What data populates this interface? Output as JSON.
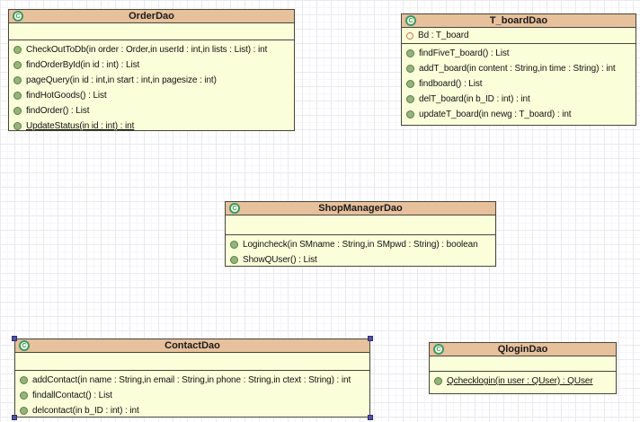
{
  "icons": {
    "class_glyph": "C"
  },
  "colors": {
    "header_fill": "#e7c09c",
    "body_fill": "#fbffd9",
    "box_border": "#46463c",
    "method_icon": "#95b578",
    "attr_icon_ring": "#cd7b3e",
    "class_icon_ring": "#3c9a62",
    "selection_handle": "#5152a2",
    "grid_line": "#e9e9ef"
  },
  "classes": [
    {
      "name": "OrderDao",
      "attributes": [],
      "methods": [
        {
          "text": "CheckOutToDb(in order : Order,in userId : int,in lists : List) : int"
        },
        {
          "text": "findOrderById(in id : int) : List"
        },
        {
          "text": "pageQuery(in id : int,in start : int,in pagesize : int)"
        },
        {
          "text": "findHotGoods() : List"
        },
        {
          "text": "findOrder() : List"
        },
        {
          "text": "UpdateStatus(in id : int) : int",
          "static": true
        }
      ]
    },
    {
      "name": "T_boardDao",
      "attributes": [
        {
          "text": "Bd : T_board"
        }
      ],
      "methods": [
        {
          "text": "findFiveT_board() : List"
        },
        {
          "text": "addT_board(in content : String,in time : String) : int"
        },
        {
          "text": "findboard() : List"
        },
        {
          "text": "delT_board(in b_ID : int) : int"
        },
        {
          "text": "updateT_board(in newg : T_board) : int"
        }
      ]
    },
    {
      "name": "ShopManagerDao",
      "attributes": [],
      "methods": [
        {
          "text": "Logincheck(in SMname : String,in SMpwd : String) : boolean"
        },
        {
          "text": "ShowQUser() : List"
        }
      ]
    },
    {
      "name": "ContactDao",
      "selected": true,
      "attributes": [],
      "methods": [
        {
          "text": "addContact(in name : String,in email : String,in phone : String,in ctext : String) : int"
        },
        {
          "text": "findallContact() : List"
        },
        {
          "text": "delcontact(in b_ID : int) : int"
        }
      ]
    },
    {
      "name": "QloginDao",
      "attributes": [],
      "methods": [
        {
          "text": "Qchecklogin(in user : QUser) : QUser",
          "static": true
        }
      ]
    }
  ]
}
